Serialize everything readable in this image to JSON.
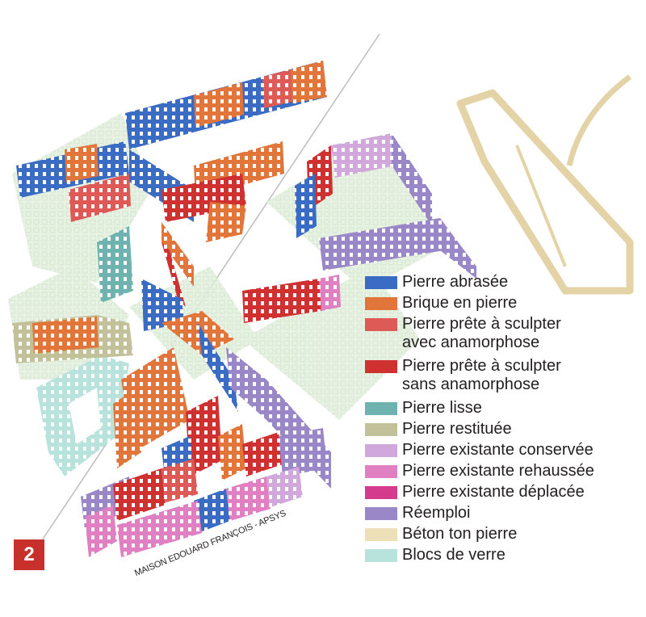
{
  "figure_number": "2",
  "credit": "MAISON EDOUARD FRANÇOIS - APSYS",
  "legend": [
    {
      "label": "Pierre abrasée",
      "color": "#3b6cc3"
    },
    {
      "label": "Brique en pierre",
      "color": "#e2763a"
    },
    {
      "label": "Pierre prête à sculpter\navec anamorphose",
      "color": "#dd5a57"
    },
    {
      "label": "Pierre prête à sculpter\nsans anamorphose",
      "color": "#cf3131"
    },
    {
      "label": "Pierre lisse",
      "color": "#6fb3b1"
    },
    {
      "label": "Pierre restituée",
      "color": "#c3c19a"
    },
    {
      "label": "Pierre existante conservée",
      "color": "#d1a8dc"
    },
    {
      "label": "Pierre existante rehaussée",
      "color": "#e07fc1"
    },
    {
      "label": "Pierre existante déplacée",
      "color": "#d43b8c"
    },
    {
      "label": "Réemploi",
      "color": "#9a87c8"
    },
    {
      "label": "Béton ton pierre",
      "color": "#ede0b9"
    },
    {
      "label": "Blocs de verre",
      "color": "#b8e3dd"
    }
  ]
}
